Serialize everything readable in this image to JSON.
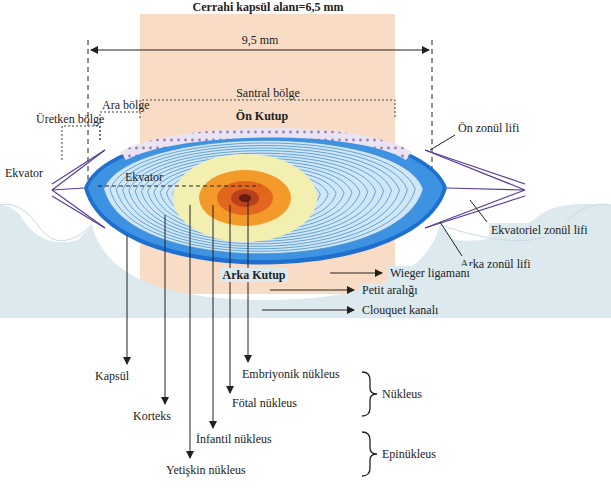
{
  "diagram": {
    "labels": [
      "Cerrahi kapsül alanı=6,5 mm",
      "9,5 mm",
      "Santral bölge",
      "Ara bölge",
      "Üretken bölge",
      "Ön Kutup",
      "Ön zonül lifi",
      "Ekvator",
      "Ekvator",
      "Ekvatoriel zonül lifi",
      "Arka zonül lifi",
      "Wieger ligamanı",
      "Arka Kutup",
      "Petit aralığı",
      "Clouquet kanalı",
      "Embriyonik nükleus",
      "Nükleus",
      "Fötal nükleus",
      "Kapsül",
      "Korteks",
      "İnfantil nükleus",
      "Epinükleus",
      "Yetişkin nükleus"
    ]
  }
}
